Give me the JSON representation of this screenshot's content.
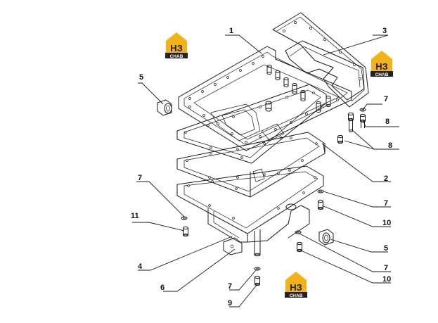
{
  "watermark": {
    "main": "НЗ",
    "sub": "CHAB",
    "colors": {
      "yellow": "#f2b21b",
      "dark": "#222222",
      "white": "#ffffff"
    }
  },
  "callouts": [
    {
      "id": "c1",
      "label": "1"
    },
    {
      "id": "c2",
      "label": "2"
    },
    {
      "id": "c3",
      "label": "3"
    },
    {
      "id": "c4",
      "label": "4"
    },
    {
      "id": "c5a",
      "label": "5"
    },
    {
      "id": "c5b",
      "label": "5"
    },
    {
      "id": "c6",
      "label": "6"
    },
    {
      "id": "c7a",
      "label": "7"
    },
    {
      "id": "c7b",
      "label": "7"
    },
    {
      "id": "c7c",
      "label": "7"
    },
    {
      "id": "c7d",
      "label": "7"
    },
    {
      "id": "c7e",
      "label": "7"
    },
    {
      "id": "c8a",
      "label": "8"
    },
    {
      "id": "c8b",
      "label": "8"
    },
    {
      "id": "c9",
      "label": "9"
    },
    {
      "id": "c10a",
      "label": "10"
    },
    {
      "id": "c10b",
      "label": "10"
    },
    {
      "id": "c11",
      "label": "11"
    }
  ]
}
